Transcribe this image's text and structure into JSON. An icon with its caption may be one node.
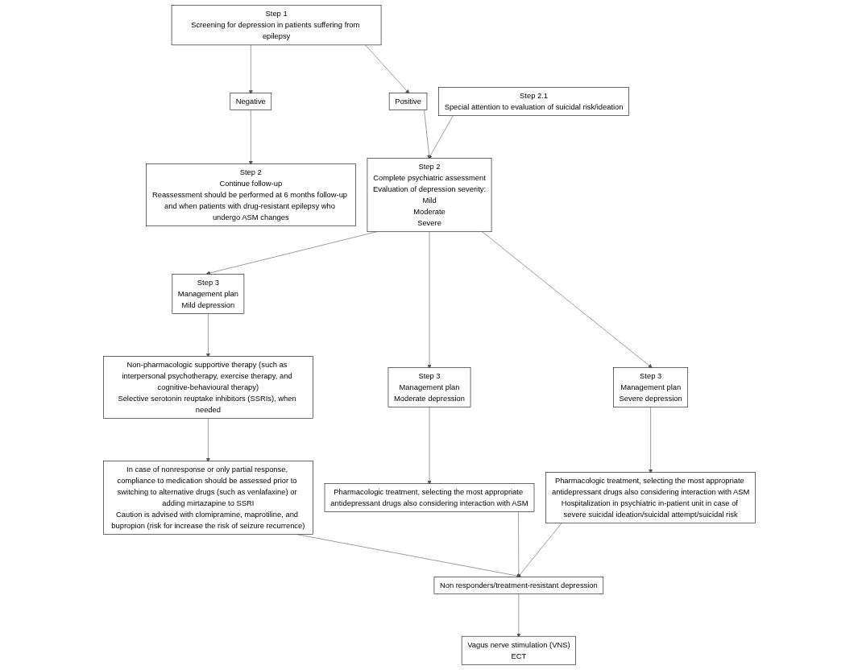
{
  "diagram": {
    "nodes": [
      {
        "text": [
          "Step 1",
          "Screening for depression in patients suffering from epilepsy"
        ]
      },
      {
        "text": [
          "Negative"
        ]
      },
      {
        "text": [
          "Positive"
        ]
      },
      {
        "text": [
          "Step 2",
          "Continue follow-up",
          "Reassessment should be performed at 6 months follow-up and when patients with drug-resistant epilepsy who undergo ASM changes"
        ]
      },
      {
        "text": [
          "Step 2",
          "Complete psychiatric assessment",
          "Evaluation of depression severity:",
          "Mild",
          "Moderate",
          "Severe"
        ]
      },
      {
        "text": [
          "Step 2.1",
          "Special attention to evaluation of suicidal risk/ideation"
        ]
      },
      {
        "text": [
          "Step 3",
          "Management plan",
          "Mild depression"
        ]
      },
      {
        "text": [
          "Step 3",
          "Management plan",
          "Moderate depression"
        ]
      },
      {
        "text": [
          "Step 3",
          "Management plan",
          "Severe depression"
        ]
      },
      {
        "text": [
          "Non-pharmacologic supportive therapy (such as interpersonal psychotherapy, exercise therapy, and cognitive-behavioural therapy)",
          "Selective serotonin reuptake inhibitors (SSRIs), when needed"
        ]
      },
      {
        "text": [
          "Pharmacologic treatment, selecting the most appropriate antidepressant drugs also considering interaction with ASM"
        ]
      },
      {
        "text": [
          "Pharmacologic treatment, selecting the most appropriate antidepressant drugs also considering interaction with ASM",
          "Hospitalization in psychiatric in-patient unit in case of severe suicidal ideation/suicidal attempt/suicidal risk"
        ]
      },
      {
        "text": [
          "In case of nonresponse or only partial response, compliance to medication should be assessed prior to switching to alternative drugs (such as venlafaxine) or adding mirtazapine to SSRI",
          "Caution is advised with clomipramine, maprotiline, and bupropion (risk for increase the risk of seizure recurrence)"
        ]
      },
      {
        "text": [
          "Non responders/treatment-resistant depression"
        ]
      },
      {
        "text": [
          "Vagus nerve stimulation (VNS)",
          "ECT"
        ]
      }
    ],
    "edges": [
      {
        "from": 0,
        "to": 1,
        "arrow": "to"
      },
      {
        "from": 0,
        "to": 2,
        "arrow": "to"
      },
      {
        "from": 1,
        "to": 3,
        "arrow": "to"
      },
      {
        "from": 2,
        "to": 4,
        "arrow": "to"
      },
      {
        "from": 5,
        "to": 4,
        "arrow": "to"
      },
      {
        "from": 4,
        "to": 6,
        "arrow": "to"
      },
      {
        "from": 4,
        "to": 7,
        "arrow": "to"
      },
      {
        "from": 4,
        "to": 8,
        "arrow": "to"
      },
      {
        "from": 6,
        "to": 9,
        "arrow": "to"
      },
      {
        "from": 7,
        "to": 10,
        "arrow": "to"
      },
      {
        "from": 8,
        "to": 11,
        "arrow": "to"
      },
      {
        "from": 9,
        "to": 12,
        "arrow": "to"
      },
      {
        "from": 12,
        "to": 13,
        "arrow": "to"
      },
      {
        "from": 10,
        "to": 13,
        "arrow": "to"
      },
      {
        "from": 11,
        "to": 13,
        "arrow": "to"
      },
      {
        "from": 13,
        "to": 14,
        "arrow": "to"
      }
    ]
  }
}
